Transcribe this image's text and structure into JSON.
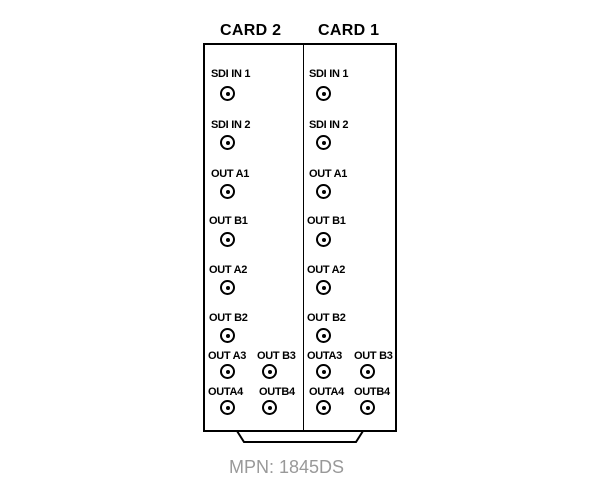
{
  "diagram": {
    "headers": {
      "card2": "CARD 2",
      "card1": "CARD 1"
    },
    "card2": {
      "sdi_in_1": "SDI IN 1",
      "sdi_in_2": "SDI IN 2",
      "out_a1": "OUT A1",
      "out_b1": "OUT B1",
      "out_a2": "OUT A2",
      "out_b2": "OUT B2",
      "out_a3": "OUT A3",
      "out_b3": "OUT B3",
      "out_a4": "OUTA4",
      "out_b4": "OUTB4"
    },
    "card1": {
      "sdi_in_1": "SDI IN 1",
      "sdi_in_2": "SDI IN 2",
      "out_a1": "OUT A1",
      "out_b1": "OUT B1",
      "out_a2": "OUT A2",
      "out_b2": "OUT B2",
      "out_a3": "OUTA3",
      "out_b3": "OUT B3",
      "out_a4": "OUTA4",
      "out_b4": "OUTB4"
    },
    "mpn": "MPN: 1845DS",
    "colors": {
      "line": "#000000",
      "mpn_text": "#999999",
      "background": "#ffffff"
    },
    "icons": {
      "connector": "bnc-connector-icon"
    }
  }
}
